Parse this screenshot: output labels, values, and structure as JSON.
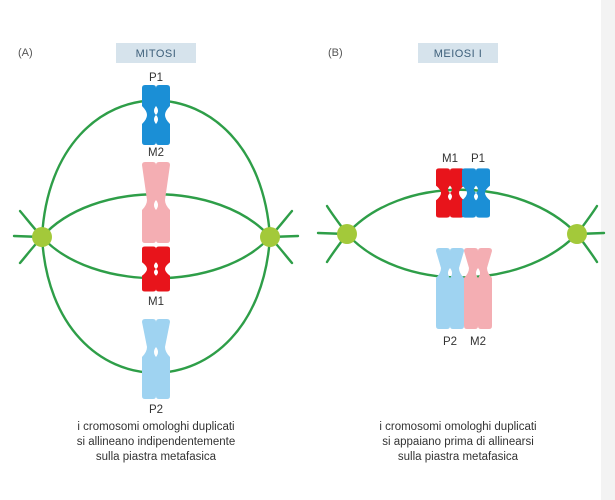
{
  "colors": {
    "spindle": "#2e9e48",
    "pole": "#a3c93a",
    "maternal_dark": "#e8141b",
    "maternal_light": "#f4aeb3",
    "paternal_dark": "#1b8fd6",
    "paternal_light": "#9fd3f1",
    "badge_bg": "#d6e3ec"
  },
  "panels": [
    {
      "letter": "(A)",
      "title": "MITOSI",
      "labels": {
        "p1": "P1",
        "m2": "M2",
        "m1": "M1",
        "p2": "P2"
      },
      "caption": [
        "i cromosomi omologhi duplicati",
        "si allineano indipendentemente",
        "sulla piastra metafasica"
      ]
    },
    {
      "letter": "(B)",
      "title": "MEIOSI I",
      "labels": {
        "m1": "M1",
        "p1": "P1",
        "p2": "P2",
        "m2": "M2"
      },
      "caption": [
        "i cromosomi omologhi duplicati",
        "si appaiano prima di allinearsi",
        "sulla piastra metafasica"
      ]
    }
  ]
}
